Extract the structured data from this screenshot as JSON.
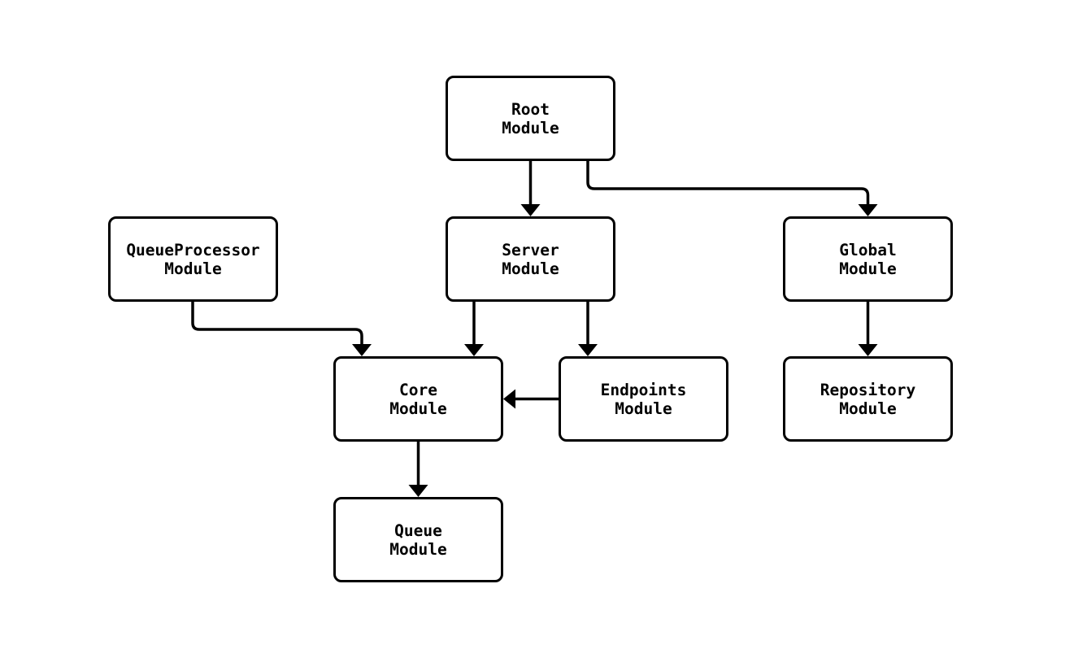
{
  "diagram": {
    "type": "module-dependency-flowchart",
    "background_color": "#ffffff",
    "node_fill_color": "#ffffff",
    "node_stroke_color": "#000000",
    "edge_color": "#000000",
    "nodes": {
      "root": {
        "line1": "Root",
        "line2": "Module"
      },
      "queueprocessor": {
        "line1": "QueueProcessor",
        "line2": "Module"
      },
      "server": {
        "line1": "Server",
        "line2": "Module"
      },
      "global": {
        "line1": "Global",
        "line2": "Module"
      },
      "core": {
        "line1": "Core",
        "line2": "Module"
      },
      "endpoints": {
        "line1": "Endpoints",
        "line2": "Module"
      },
      "repository": {
        "line1": "Repository",
        "line2": "Module"
      },
      "queue": {
        "line1": "Queue",
        "line2": "Module"
      }
    },
    "edges": [
      {
        "from": "Root Module",
        "to": "Server Module"
      },
      {
        "from": "Root Module",
        "to": "Global Module"
      },
      {
        "from": "QueueProcessor Module",
        "to": "Core Module"
      },
      {
        "from": "Server Module",
        "to": "Core Module"
      },
      {
        "from": "Server Module",
        "to": "Endpoints Module"
      },
      {
        "from": "Endpoints Module",
        "to": "Core Module"
      },
      {
        "from": "Global Module",
        "to": "Repository Module"
      },
      {
        "from": "Core Module",
        "to": "Queue Module"
      }
    ]
  }
}
